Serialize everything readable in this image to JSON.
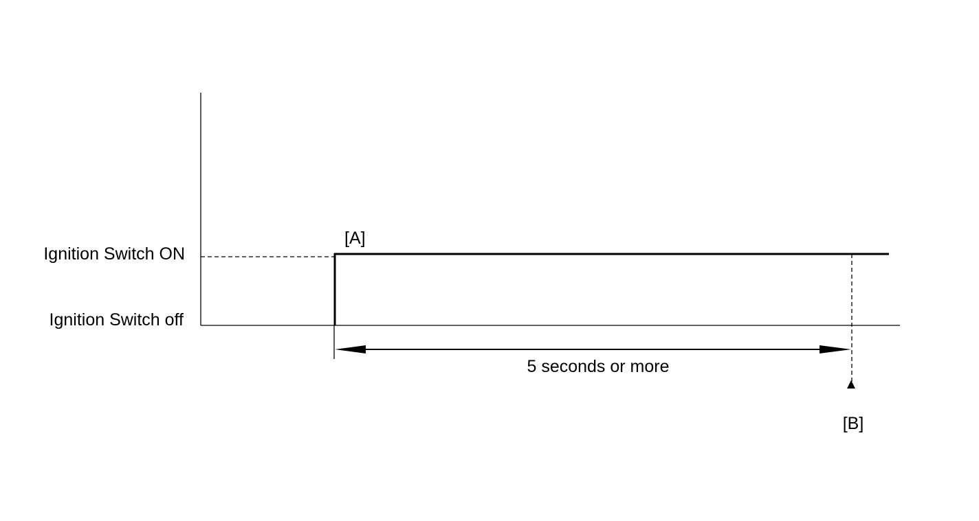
{
  "diagram": {
    "labels": {
      "state_on": "Ignition Switch ON",
      "state_off": "Ignition Switch off",
      "point_a": "[A]",
      "point_b": "[B]",
      "duration": "5 seconds or more"
    },
    "colors": {
      "line": "#000000",
      "background": "#ffffff"
    }
  }
}
